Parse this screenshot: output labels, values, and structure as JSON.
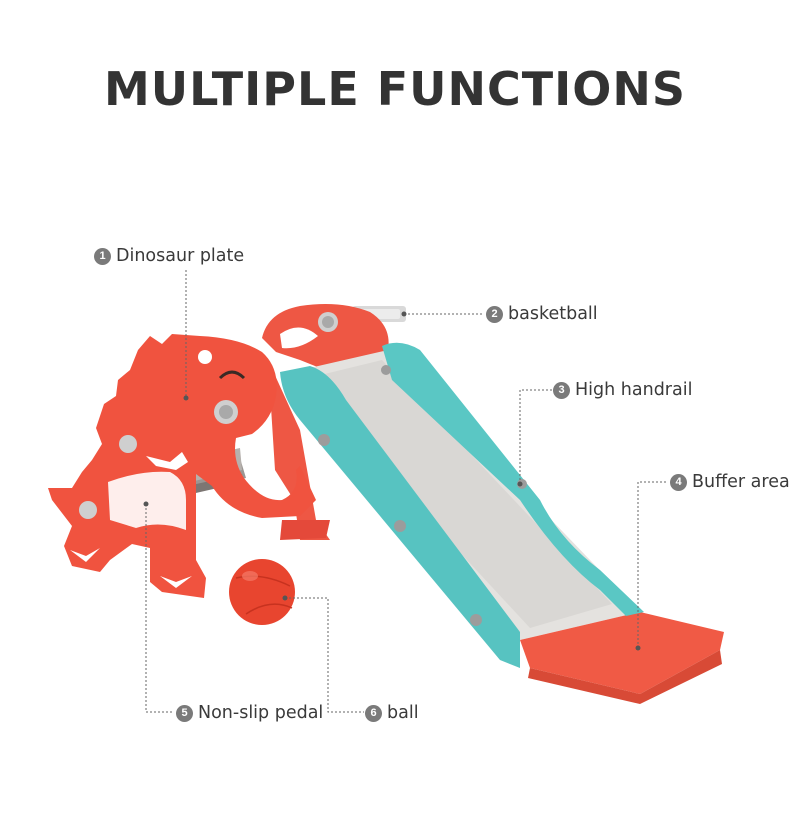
{
  "title": "MULTIPLE FUNCTIONS",
  "colors": {
    "body_red": "#f0533f",
    "handrail_teal": "#5cc4c2",
    "slide_grey": "#e5e3e1",
    "ball_red": "#e8452f",
    "text": "#333333"
  },
  "callouts": [
    {
      "number": "1",
      "label": "Dinosaur plate"
    },
    {
      "number": "2",
      "label": "basketball"
    },
    {
      "number": "3",
      "label": "High handrail"
    },
    {
      "number": "4",
      "label": "Buffer area"
    },
    {
      "number": "5",
      "label": "Non-slip pedal"
    },
    {
      "number": "6",
      "label": "ball"
    }
  ]
}
